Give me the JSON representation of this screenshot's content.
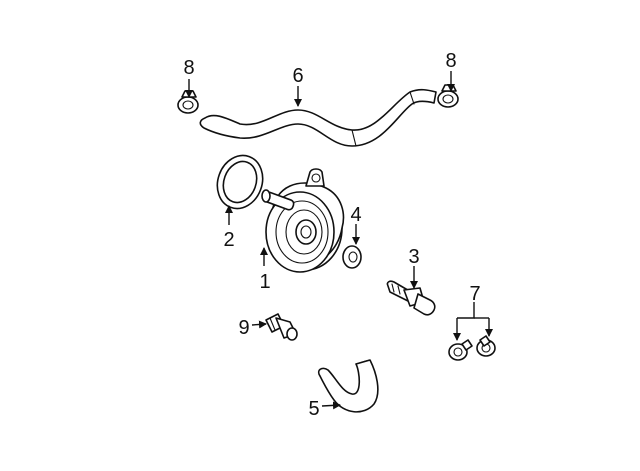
{
  "callouts": {
    "c1": "1",
    "c2": "2",
    "c3": "3",
    "c4": "4",
    "c5": "5",
    "c6": "6",
    "c7": "7",
    "c8a": "8",
    "c8b": "8",
    "c9": "9"
  },
  "colors": {
    "line": "#111111",
    "fill": "#ffffff",
    "background": "#ffffff"
  }
}
